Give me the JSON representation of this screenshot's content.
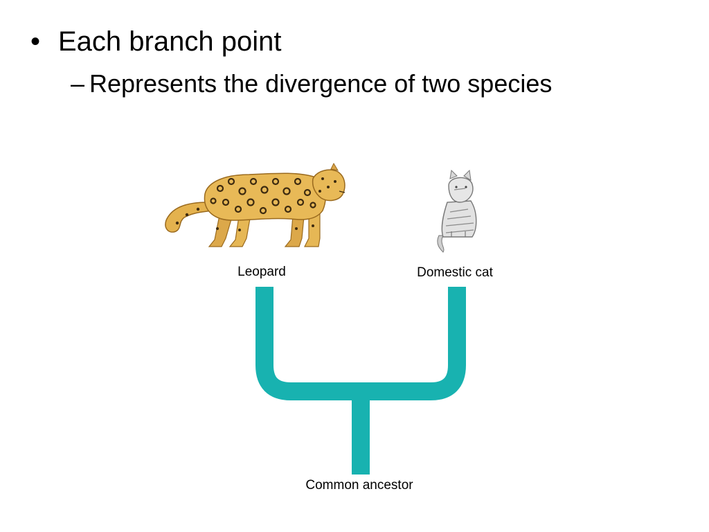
{
  "slide": {
    "bullet_mark": "•",
    "subbullet_mark": "–",
    "heading": "Each branch point",
    "subpoint": "Represents the divergence of two species"
  },
  "diagram": {
    "tree_color": "#18b2b0",
    "tips": [
      {
        "label": "Leopard",
        "image": "leopard-illustration"
      },
      {
        "label": "Domestic cat",
        "image": "domestic-cat-illustration"
      }
    ],
    "root_label": "Common ancestor"
  }
}
